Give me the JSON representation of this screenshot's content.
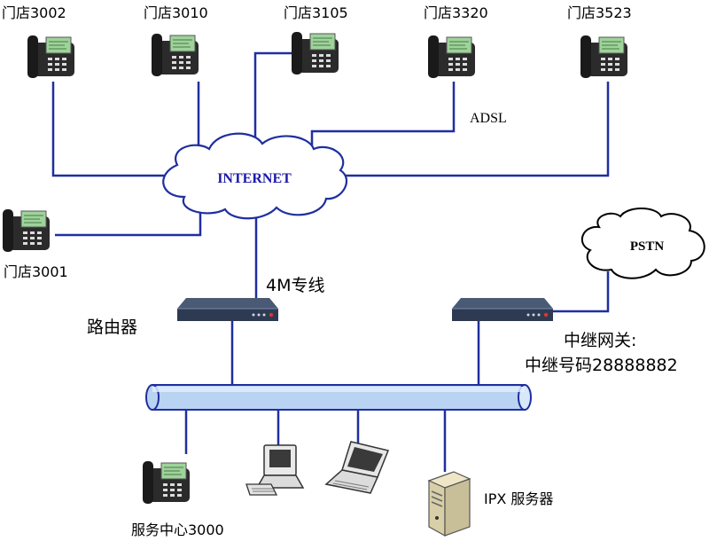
{
  "stores": [
    {
      "label": "门店3002"
    },
    {
      "label": "门店3010"
    },
    {
      "label": "门店3105"
    },
    {
      "label": "门店3320"
    },
    {
      "label": "门店3523"
    },
    {
      "label": "门店3001"
    }
  ],
  "internet_label": "INTERNET",
  "pstn_label": "PSTN",
  "adsl_label": "ADSL",
  "leased_line_label": "4M专线",
  "router_label": "路由器",
  "gateway_label_line1": "中继网关:",
  "gateway_label_line2": "中继号码28888882",
  "service_center_label": "服务中心3000",
  "ipx_server_label": "IPX 服务器",
  "colors": {
    "link": "#1f2f9f",
    "bus_fill": "#b9d3f2",
    "bus_stroke": "#1f2f9f",
    "cloud_stroke": "#1f2f9f",
    "text_blue": "#1a1aa8"
  }
}
